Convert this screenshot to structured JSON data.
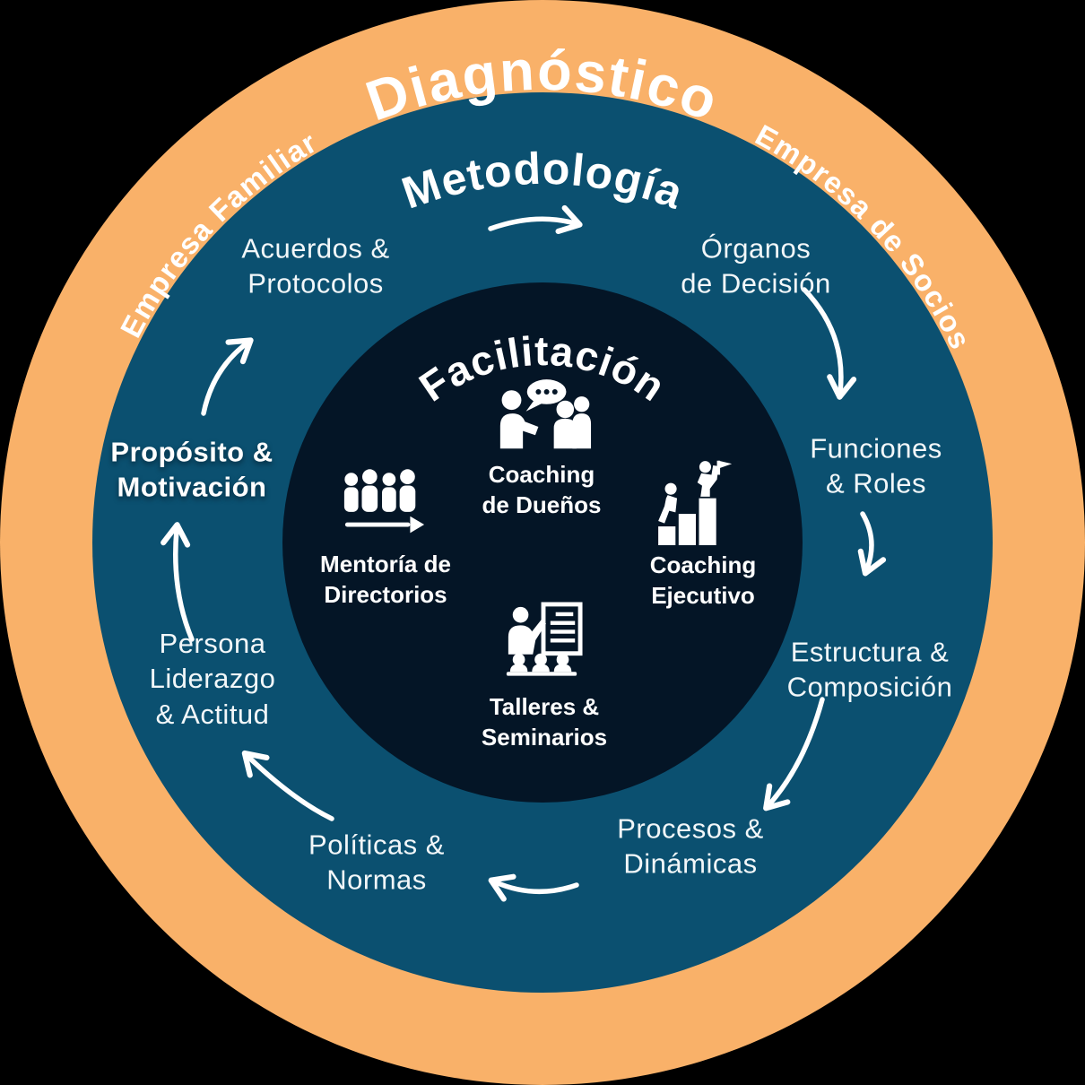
{
  "colors": {
    "outer_ring": "#F9B169",
    "middle_ring": "#0B5070",
    "inner_circle": "#041526",
    "background": "#000000",
    "text": "#FFFFFF"
  },
  "outer_ring": {
    "title": "Diagnóstico",
    "left_arc_label": "Empresa Familiar",
    "right_arc_label": "Empresa de Socios"
  },
  "middle_ring": {
    "title": "Metodología",
    "items": [
      {
        "label": "Acuerdos &\nProtocolos",
        "emphasis": false
      },
      {
        "label": "Órganos\nde Decisión",
        "emphasis": false
      },
      {
        "label": "Funciones\n& Roles",
        "emphasis": false
      },
      {
        "label": "Estructura &\nComposición",
        "emphasis": false
      },
      {
        "label": "Procesos &\nDinámicas",
        "emphasis": false
      },
      {
        "label": "Políticas &\nNormas",
        "emphasis": false
      },
      {
        "label": "Persona\nLiderazgo\n& Actitud",
        "emphasis": false
      },
      {
        "label": "Propósito &\nMotivación",
        "emphasis": true
      }
    ]
  },
  "inner_circle": {
    "title": "Facilitación",
    "services": [
      {
        "label": "Coaching\nde Dueños",
        "icon": "conversation-icon"
      },
      {
        "label": "Mentoría de\nDirectorios",
        "icon": "team-arrow-icon"
      },
      {
        "label": "Coaching\nEjecutivo",
        "icon": "stairs-climb-icon"
      },
      {
        "label": "Talleres &\nSeminarios",
        "icon": "presentation-icon"
      }
    ]
  }
}
